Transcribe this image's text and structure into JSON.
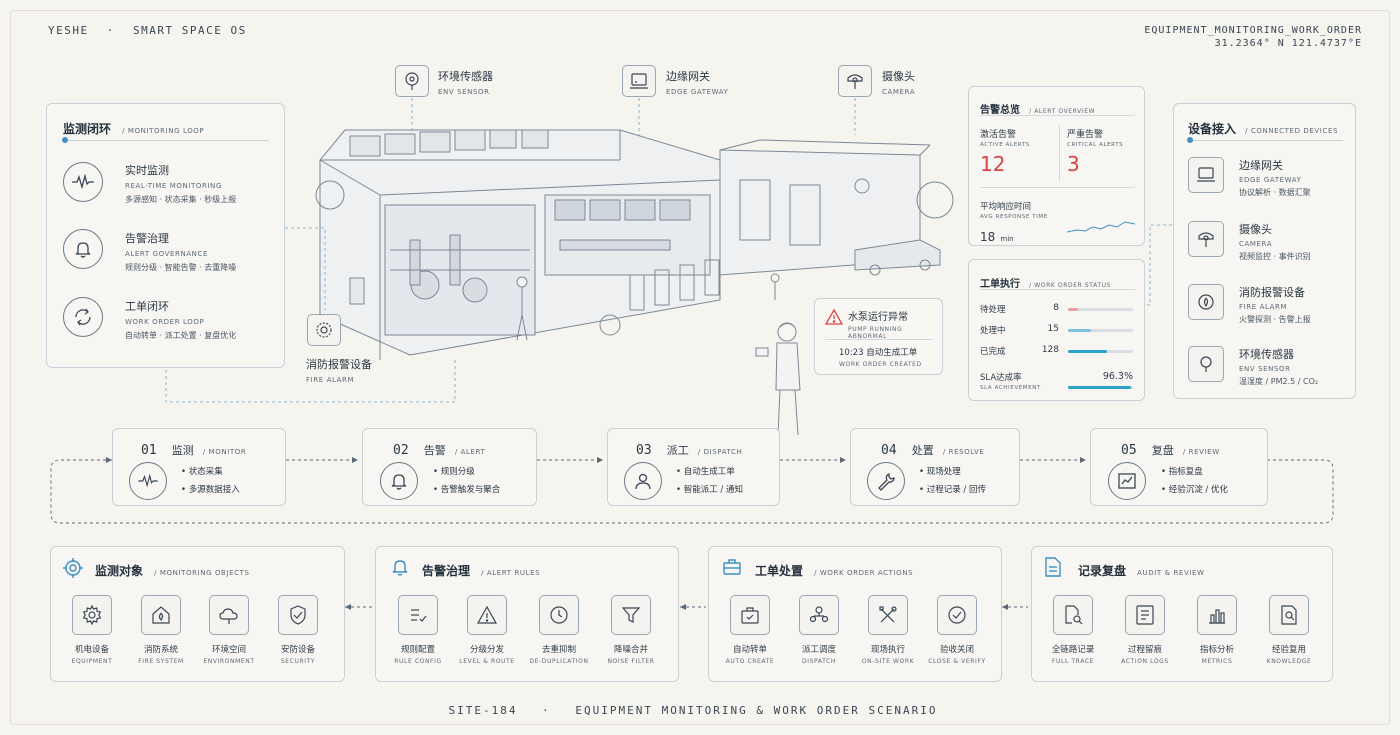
{
  "header": {
    "brand": "YESHE",
    "separator": "·",
    "product": "SMART SPACE OS",
    "doc_code": "EQUIPMENT_MONITORING_WORK_ORDER",
    "coords": "31.2364° N 121.4737°E"
  },
  "top_devices": [
    {
      "cn": "环境传感器",
      "en": "ENV SENSOR",
      "icon": "env-sensor-icon"
    },
    {
      "cn": "边缘网关",
      "en": "EDGE GATEWAY",
      "icon": "edge-gateway-icon"
    },
    {
      "cn": "摄像头",
      "en": "CAMERA",
      "icon": "camera-icon"
    }
  ],
  "fire_alarm_callout": {
    "cn": "消防报警设备",
    "en": "FIRE ALARM"
  },
  "monitoring_loop": {
    "title_cn": "监测闭环",
    "title_en": "/ MONITORING LOOP",
    "items": [
      {
        "cn": "实时监测",
        "en": "REAL-TIME MONITORING",
        "desc": "多源感知 · 状态采集 · 秒级上报",
        "icon": "waveform-icon"
      },
      {
        "cn": "告警治理",
        "en": "ALERT GOVERNANCE",
        "desc": "规则分级 · 智能告警 · 去重降噪",
        "icon": "bell-icon"
      },
      {
        "cn": "工单闭环",
        "en": "WORK ORDER LOOP",
        "desc": "自动转单 · 派工处置 · 复盘优化",
        "icon": "refresh-icon"
      }
    ]
  },
  "alert_popup": {
    "title_cn": "水泵运行异常",
    "title_en": "PUMP RUNNING ABNORMAL",
    "time_line": "10:23 自动生成工单",
    "line_en": "WORK ORDER CREATED"
  },
  "alert_overview": {
    "title_cn": "告警总览",
    "title_en": "/ ALERT OVERVIEW",
    "active_cn": "激活告警",
    "active_en": "ACTIVE ALERTS",
    "active_value": "12",
    "critical_cn": "严重告警",
    "critical_en": "CRITICAL ALERTS",
    "critical_value": "3",
    "resp_cn": "平均响应时间",
    "resp_en": "AVG RESPONSE TIME",
    "resp_value": "18",
    "resp_unit": "min"
  },
  "work_order_status": {
    "title_cn": "工单执行",
    "title_en": "/ WORK ORDER STATUS",
    "rows": [
      {
        "label": "待处理",
        "value": "8",
        "fraction": 0.15,
        "color": "#e8a0a8"
      },
      {
        "label": "处理中",
        "value": "15",
        "fraction": 0.35,
        "color": "#7fbfe0"
      },
      {
        "label": "已完成",
        "value": "128",
        "fraction": 0.6,
        "color": "#2aa4c8"
      }
    ],
    "sla_cn": "SLA达成率",
    "sla_en": "SLA ACHIEVEMENT",
    "sla_value": "96.3%",
    "sla_fraction": 0.963
  },
  "connected_devices": {
    "title_cn": "设备接入",
    "title_en": "/ CONNECTED DEVICES",
    "items": [
      {
        "cn": "边缘网关",
        "en": "EDGE GATEWAY",
        "desc": "协议解析 · 数据汇聚",
        "icon": "edge-gateway-icon"
      },
      {
        "cn": "摄像头",
        "en": "CAMERA",
        "desc": "视频监控 · 事件识别",
        "icon": "camera-icon"
      },
      {
        "cn": "消防报警设备",
        "en": "FIRE ALARM",
        "desc": "火警探测 · 告警上报",
        "icon": "fire-alarm-icon"
      },
      {
        "cn": "环境传感器",
        "en": "ENV SENSOR",
        "desc": "温湿度 / PM2.5 / CO₂",
        "icon": "env-sensor-icon"
      }
    ]
  },
  "flow_steps": [
    {
      "num": "01",
      "cn": "监测",
      "en": "/ MONITOR",
      "b1": "状态采集",
      "b2": "多源数据接入",
      "icon": "waveform-icon"
    },
    {
      "num": "02",
      "cn": "告警",
      "en": "/ ALERT",
      "b1": "规则分级",
      "b2": "告警触发与聚合",
      "icon": "bell-icon"
    },
    {
      "num": "03",
      "cn": "派工",
      "en": "/ DISPATCH",
      "b1": "自动生成工单",
      "b2": "智能派工 / 通知",
      "icon": "user-icon"
    },
    {
      "num": "04",
      "cn": "处置",
      "en": "/ RESOLVE",
      "b1": "现场处理",
      "b2": "过程记录 / 回传",
      "icon": "wrench-icon"
    },
    {
      "num": "05",
      "cn": "复盘",
      "en": "/ REVIEW",
      "b1": "指标复盘",
      "b2": "经验沉淀 / 优化",
      "icon": "chart-icon"
    }
  ],
  "bottom_panels": [
    {
      "title_cn": "监测对象",
      "title_en": "/ MONITORING OBJECTS",
      "icon": "target-icon",
      "items": [
        {
          "cn": "机电设备",
          "en": "EQUIPMENT",
          "icon": "gear-icon"
        },
        {
          "cn": "消防系统",
          "en": "FIRE SYSTEM",
          "icon": "house-fire-icon"
        },
        {
          "cn": "环境空间",
          "en": "ENVIRONMENT",
          "icon": "cloud-icon"
        },
        {
          "cn": "安防设备",
          "en": "SECURITY",
          "icon": "shield-icon"
        }
      ]
    },
    {
      "title_cn": "告警治理",
      "title_en": "/ ALERT RULES",
      "icon": "bell-icon",
      "items": [
        {
          "cn": "规则配置",
          "en": "RULE CONFIG",
          "icon": "checklist-icon"
        },
        {
          "cn": "分级分发",
          "en": "LEVEL & ROUTE",
          "icon": "warning-icon"
        },
        {
          "cn": "去重抑制",
          "en": "DE-DUPLICATION",
          "icon": "clock-icon"
        },
        {
          "cn": "降噪合并",
          "en": "NOISE FILTER",
          "icon": "filter-icon"
        }
      ]
    },
    {
      "title_cn": "工单处置",
      "title_en": "/ WORK ORDER ACTIONS",
      "icon": "briefcase-icon",
      "items": [
        {
          "cn": "自动转单",
          "en": "AUTO CREATE",
          "icon": "briefcase-check-icon"
        },
        {
          "cn": "派工调度",
          "en": "DISPATCH",
          "icon": "people-icon"
        },
        {
          "cn": "现场执行",
          "en": "ON-SITE WORK",
          "icon": "tools-icon"
        },
        {
          "cn": "验收关闭",
          "en": "CLOSE & VERIFY",
          "icon": "check-circle-icon"
        }
      ]
    },
    {
      "title_cn": "记录复盘",
      "title_en": "AUDIT & REVIEW",
      "icon": "document-icon",
      "items": [
        {
          "cn": "全链路记录",
          "en": "FULL TRACE",
          "icon": "doc-search-icon"
        },
        {
          "cn": "过程留痕",
          "en": "ACTION LOGS",
          "icon": "list-icon"
        },
        {
          "cn": "指标分析",
          "en": "METRICS",
          "icon": "bar-chart-icon"
        },
        {
          "cn": "经验复用",
          "en": "KNOWLEDGE",
          "icon": "knowledge-icon"
        }
      ]
    }
  ],
  "footer": {
    "site": "SITE-184",
    "dot": "·",
    "caption": "EQUIPMENT MONITORING & WORK ORDER SCENARIO"
  },
  "colors": {
    "accent": "#3d8fc4",
    "alert": "#d64545",
    "line": "#6c7a88"
  }
}
